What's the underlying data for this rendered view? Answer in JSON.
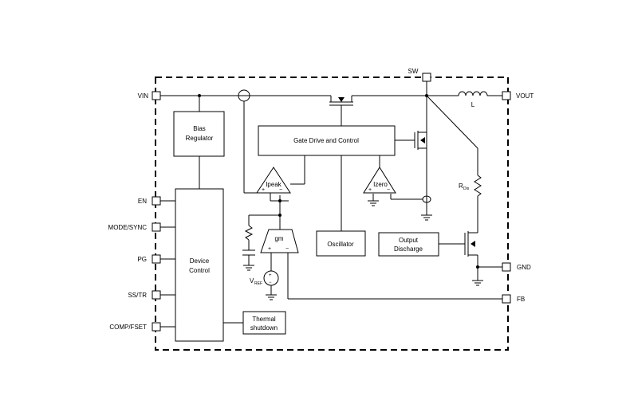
{
  "pins": {
    "vin": "VIN",
    "sw": "SW",
    "vout": "VOUT",
    "en": "EN",
    "mode_sync": "MODE/SYNC",
    "pg": "PG",
    "ss_tr": "SS/TR",
    "comp_fset": "COMP/FSET",
    "gnd": "GND",
    "fb": "FB"
  },
  "blocks": {
    "bias_line1": "Bias",
    "bias_line2": "Regulator",
    "gate_drive": "Gate Drive and Control",
    "device_line1": "Device",
    "device_line2": "Control",
    "oscillator": "Oscillator",
    "output_line1": "Output",
    "output_line2": "Discharge",
    "thermal_line1": "Thermal",
    "thermal_line2": "shutdown"
  },
  "amps": {
    "ipeak": "Ipeak",
    "izero": "Izero",
    "gm": "gm"
  },
  "components": {
    "inductor": "L",
    "rdis_main": "R",
    "rdis_sub": "Dis",
    "vref_main": "V",
    "vref_sub": "REF"
  },
  "signs": {
    "plus": "+",
    "minus": "−"
  }
}
